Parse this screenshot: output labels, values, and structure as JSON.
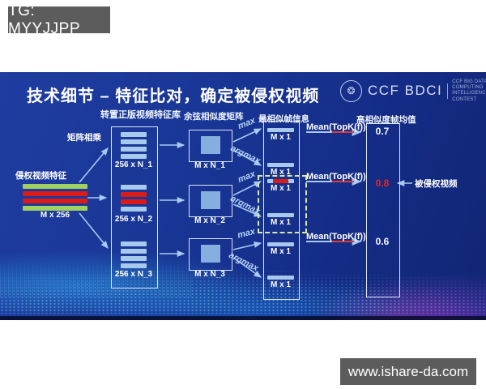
{
  "badges": {
    "tg": "TG: MYYJJPP",
    "site": "www.ishare-da.com"
  },
  "slide": {
    "title": "技术细节 – 特征比对，确定被侵权视频",
    "logo": {
      "brand": "CCF BDCI",
      "caption1": "CCF BIG DATA & COMPUTING",
      "caption2": "INTELLIGENCE CONTEST",
      "seal_glyph": "❂"
    },
    "headers": {
      "library": "转置正版视频特征库",
      "cosine": "余弦相似度矩阵",
      "similar": "最相似帧信息",
      "mean": "高相似度帧均值"
    },
    "left": {
      "feature_label": "侵权视频特征",
      "matmul_label": "矩阵相乘",
      "matrix_label": "M x 256",
      "bars": [
        "green",
        "red",
        "red",
        "green"
      ]
    },
    "library_stacks": [
      {
        "label": "256 x N_1",
        "bars": [
          "blue",
          "blue",
          "blue",
          "blue"
        ]
      },
      {
        "label": "256 x N_2",
        "bars": [
          "blue",
          "red",
          "red",
          "blue"
        ]
      },
      {
        "label": "256 x N_3",
        "bars": [
          "blue",
          "blue",
          "blue",
          "blue"
        ]
      }
    ],
    "cosine_boxes": [
      {
        "label": "M x N_1"
      },
      {
        "label": "M x N_2"
      },
      {
        "label": "M x N_3"
      }
    ],
    "similar_entries": [
      {
        "label": "M x 1",
        "red_segment": false
      },
      {
        "label": "M x 1",
        "red_segment": false
      },
      {
        "label": "M x 1",
        "red_segment": true
      },
      {
        "label": "M x 1",
        "red_segment": false
      },
      {
        "label": "M x 1",
        "red_segment": false
      },
      {
        "label": "M x 1",
        "red_segment": false
      }
    ],
    "ops": {
      "max": "max",
      "argmax": "argmax",
      "mean_prefix": "Mean(",
      "mean_topk": "TopK",
      "mean_suffix": "(f))"
    },
    "mean_values": [
      {
        "value": "0.7",
        "highlight": false
      },
      {
        "value": "0.8",
        "highlight": true
      },
      {
        "value": "0.6",
        "highlight": false
      }
    ],
    "result_label": "被侵权视频",
    "colors": {
      "bar_blue": "#a6c9ec",
      "bar_red": "#dc1a16",
      "bar_green": "#9fd162",
      "inner_square": "#86aede",
      "highlight_value": "#e8261c",
      "dashed_box": "#d9e8a6",
      "arrow": "#a7c9f2",
      "badge_bg": "#5c5c5c"
    }
  }
}
